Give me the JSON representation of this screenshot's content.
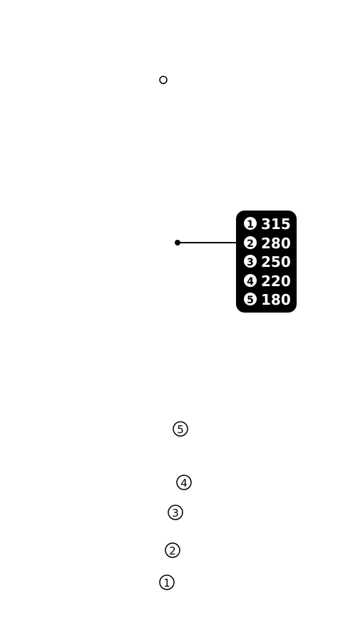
{
  "colors": {
    "background": "#ffffff",
    "ink": "#000000",
    "legend_text": "#ffffff"
  },
  "legend": {
    "items": [
      {
        "number": "1",
        "value": "315"
      },
      {
        "number": "2",
        "value": "280"
      },
      {
        "number": "3",
        "value": "250"
      },
      {
        "number": "4",
        "value": "220"
      },
      {
        "number": "5",
        "value": "180"
      }
    ]
  },
  "markers": [
    {
      "label": "5"
    },
    {
      "label": "4"
    },
    {
      "label": "3"
    },
    {
      "label": "2"
    },
    {
      "label": "1"
    }
  ]
}
